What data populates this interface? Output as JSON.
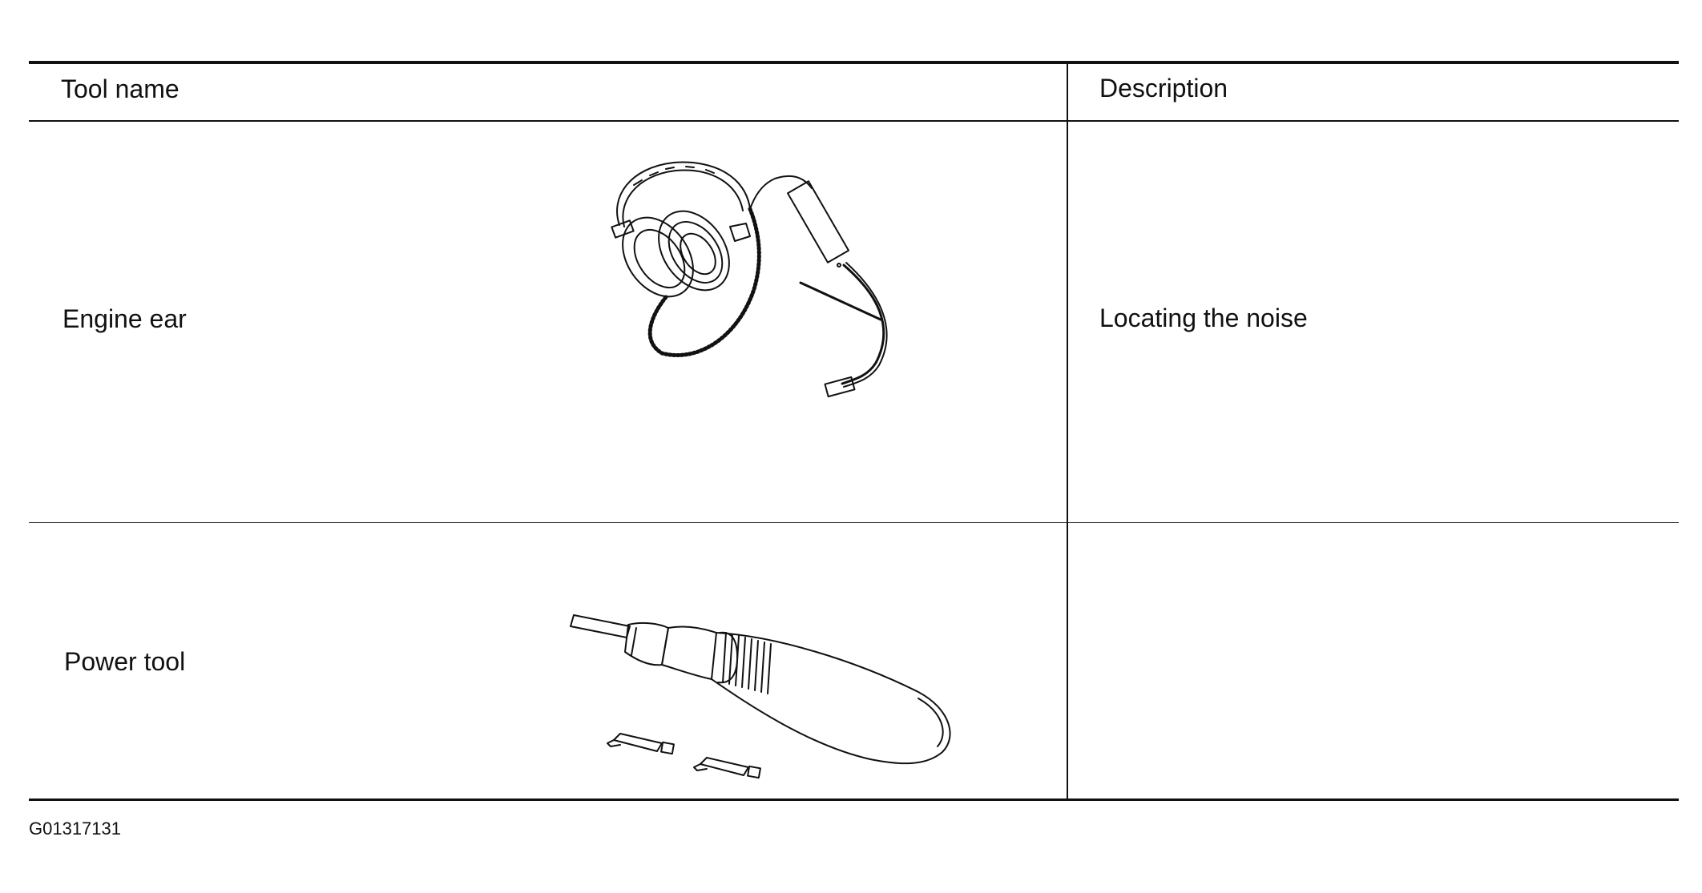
{
  "table": {
    "headers": {
      "tool_name": "Tool name",
      "description": "Description"
    },
    "rows": [
      {
        "tool_name": "Engine ear",
        "illustration": "headphones-stethoscope-icon",
        "description": "Locating the noise"
      },
      {
        "tool_name": "Power tool",
        "illustration": "power-screwdriver-icon",
        "description": ""
      }
    ]
  },
  "figure_id": "G01317131"
}
